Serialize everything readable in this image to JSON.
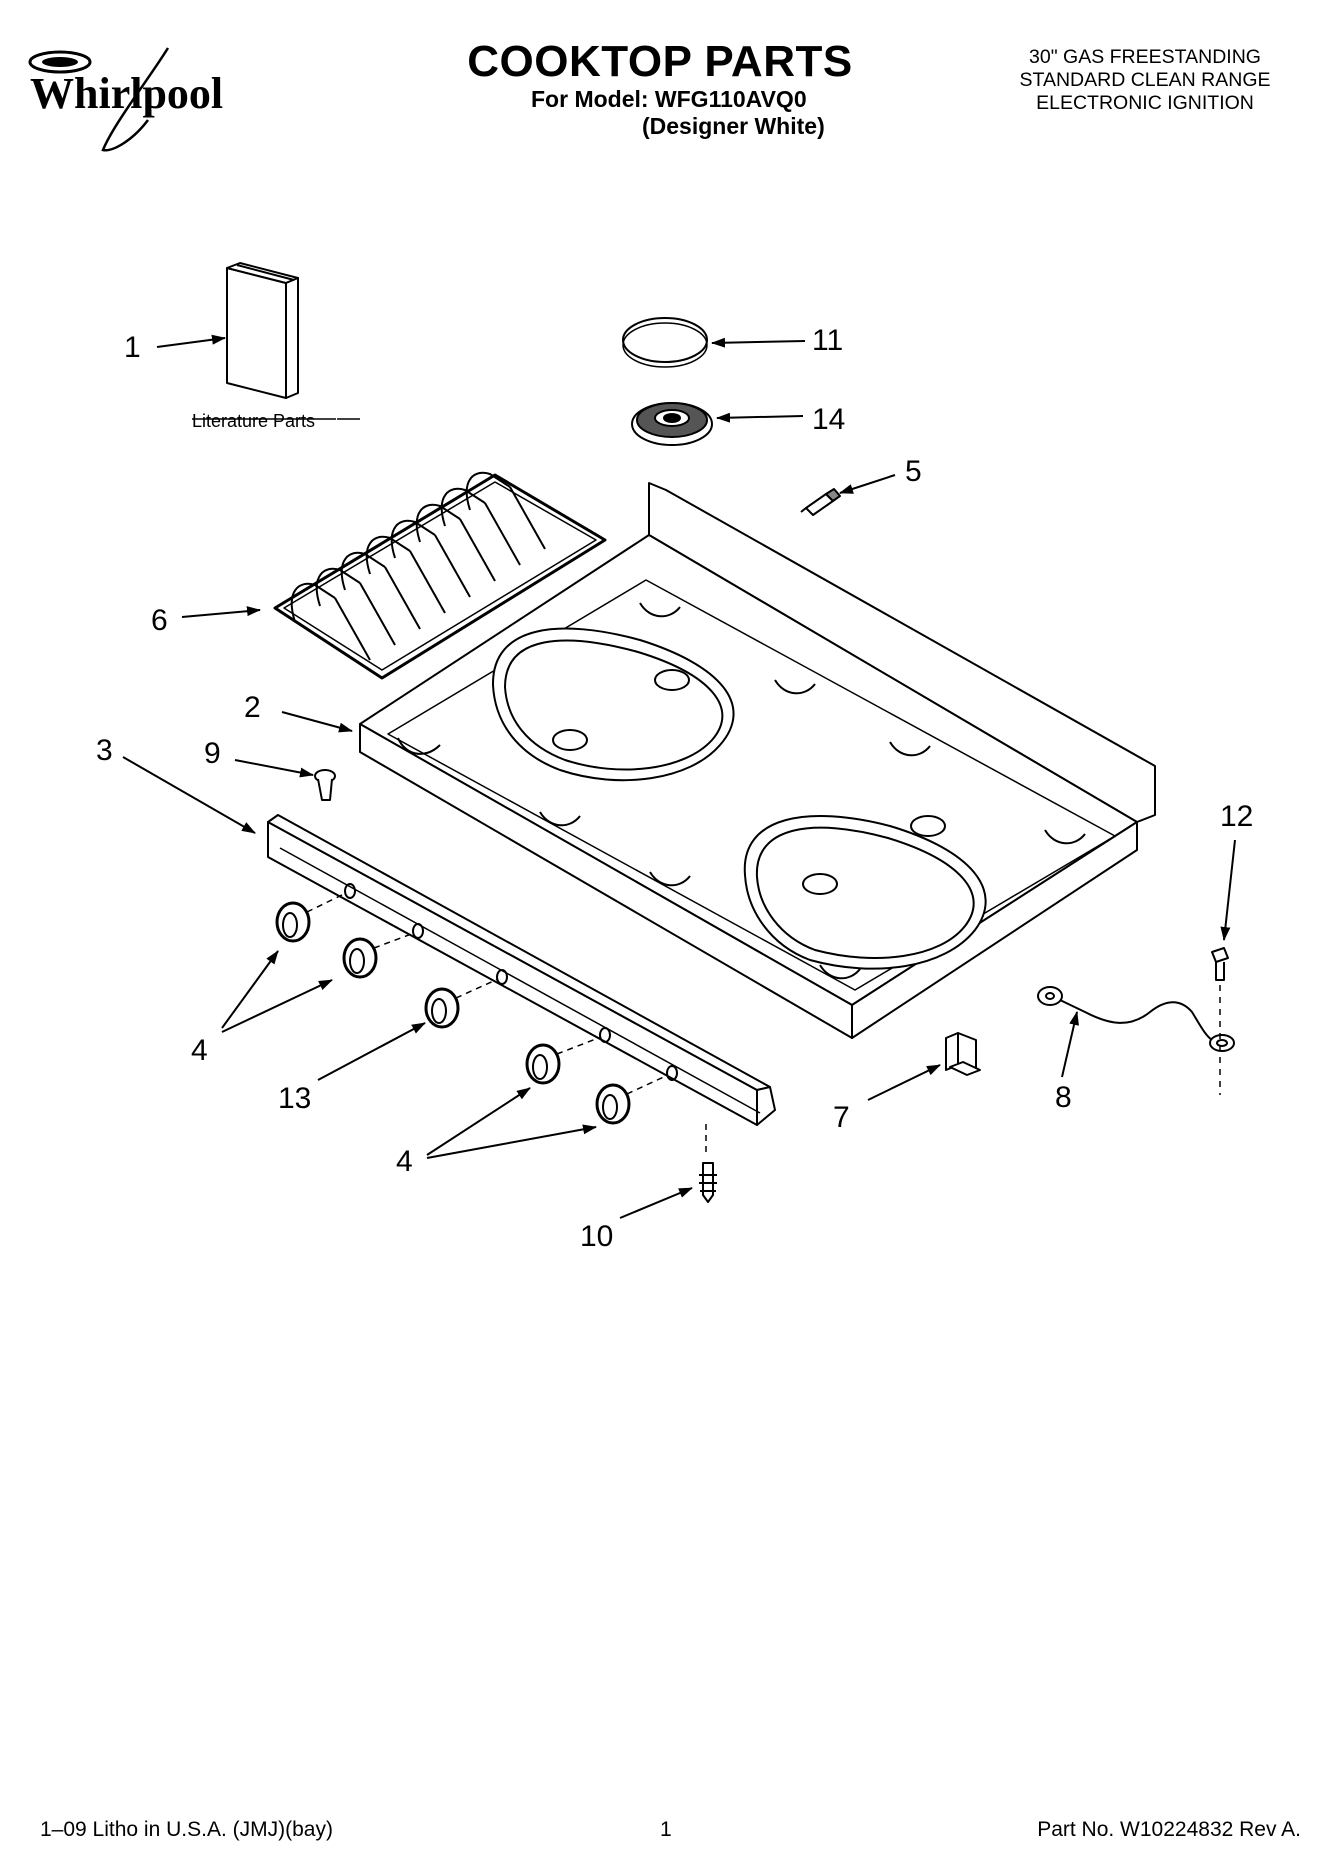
{
  "header": {
    "brand": "Whirlpool",
    "title": "COOKTOP PARTS",
    "model_line": "For Model: WFG110AVQ0",
    "variant_line": "(Designer White)",
    "description_lines": [
      "30\" GAS FREESTANDING",
      "STANDARD CLEAN RANGE",
      "ELECTRONIC IGNITION"
    ]
  },
  "diagram": {
    "literature_label": "Literature Parts",
    "callouts": [
      "1",
      "2",
      "3",
      "4",
      "4",
      "5",
      "6",
      "7",
      "8",
      "9",
      "10",
      "11",
      "12",
      "13",
      "14"
    ]
  },
  "footer": {
    "left": "1–09 Litho in U.S.A. (JMJ)(bay)",
    "page": "1",
    "part_no": "Part No. W10224832 Rev A."
  }
}
